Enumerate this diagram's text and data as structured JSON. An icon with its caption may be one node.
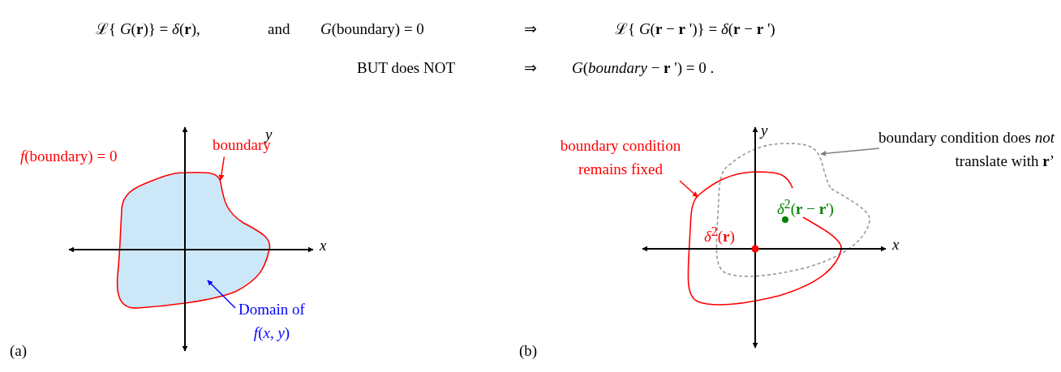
{
  "diagram": {
    "nodes": [
      {
        "text": [
          "boundary"
        ]
      },
      {
        "text": [],
        "shape": "blob"
      },
      {
        "text": [
          "Domain of *f*(*x*, *y*)"
        ]
      },
      {
        "text": [
          "boundary condition remains fixed"
        ]
      },
      {
        "text": [],
        "shape": "curve"
      },
      {
        "text": [
          "boundary condition does *not* translate with **r**’"
        ]
      },
      {
        "text": [],
        "shape": "curve"
      }
    ],
    "edges": [
      {
        "from": 0,
        "to": 1,
        "arrow": "to"
      },
      {
        "from": 2,
        "to": 1,
        "arrow": "to",
        "color": "#0000ff"
      },
      {
        "from": 3,
        "to": 4,
        "arrow": "to"
      },
      {
        "from": 5,
        "to": 6,
        "arrow": "to",
        "color": "#808080"
      }
    ],
    "labels": [
      "ℒ{ *G*(**r**)} = *δ*(**r**),",
      "and",
      "*G*(boundary) = 0",
      "⇒",
      "ℒ{ *G*(**r** − **r** ')} = *δ*(**r** − **r** ')",
      "BUT does NOT",
      "⇒",
      "*G*(*boundary* − **r** ') = 0 .",
      "*f*(boundary) = 0",
      "y",
      "x",
      "(a)",
      "y",
      "x",
      "*δ*$^{2}$(**r**)",
      "*δ*$^{2}$(**r** − **r**')",
      "(b)"
    ]
  }
}
